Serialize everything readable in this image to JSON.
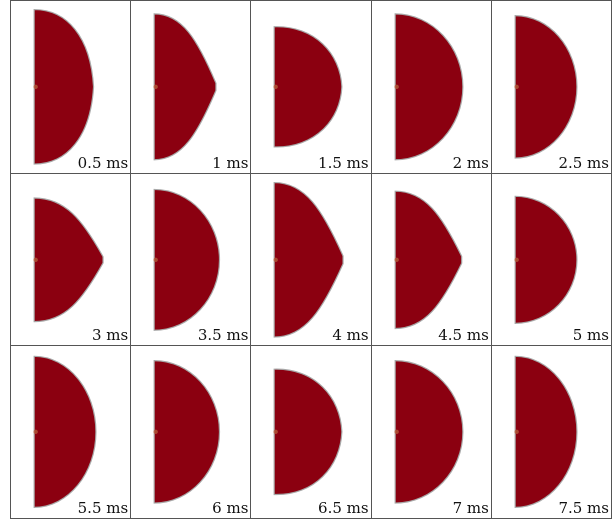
{
  "colors": {
    "droplet_fill": "#8B0010",
    "droplet_edge": "#A8A8A8",
    "background": "#FFFFFF",
    "grid_line": "#555555",
    "center_dot": "#B35A3A"
  },
  "panels": [
    {
      "time": "0.5 ms",
      "width_ratio": 0.5,
      "height_ratio": 0.9,
      "shape": "rectish"
    },
    {
      "time": "1 ms",
      "width_ratio": 0.52,
      "height_ratio": 0.85,
      "shape": "pointed"
    },
    {
      "time": "1.5 ms",
      "width_ratio": 0.57,
      "height_ratio": 0.7,
      "shape": "dome"
    },
    {
      "time": "2 ms",
      "width_ratio": 0.57,
      "height_ratio": 0.85,
      "shape": "round"
    },
    {
      "time": "2.5 ms",
      "width_ratio": 0.52,
      "height_ratio": 0.83,
      "shape": "round"
    },
    {
      "time": "3 ms",
      "width_ratio": 0.58,
      "height_ratio": 0.72,
      "shape": "pointed"
    },
    {
      "time": "3.5 ms",
      "width_ratio": 0.55,
      "height_ratio": 0.82,
      "shape": "round"
    },
    {
      "time": "4 ms",
      "width_ratio": 0.58,
      "height_ratio": 0.9,
      "shape": "pointed"
    },
    {
      "time": "4.5 ms",
      "width_ratio": 0.56,
      "height_ratio": 0.8,
      "shape": "pointed"
    },
    {
      "time": "5 ms",
      "width_ratio": 0.52,
      "height_ratio": 0.74,
      "shape": "round"
    },
    {
      "time": "5.5 ms",
      "width_ratio": 0.52,
      "height_ratio": 0.88,
      "shape": "round"
    },
    {
      "time": "6 ms",
      "width_ratio": 0.55,
      "height_ratio": 0.83,
      "shape": "round"
    },
    {
      "time": "6.5 ms",
      "width_ratio": 0.57,
      "height_ratio": 0.73,
      "shape": "dome"
    },
    {
      "time": "7 ms",
      "width_ratio": 0.57,
      "height_ratio": 0.83,
      "shape": "round"
    },
    {
      "time": "7.5 ms",
      "width_ratio": 0.52,
      "height_ratio": 0.88,
      "shape": "round"
    }
  ]
}
